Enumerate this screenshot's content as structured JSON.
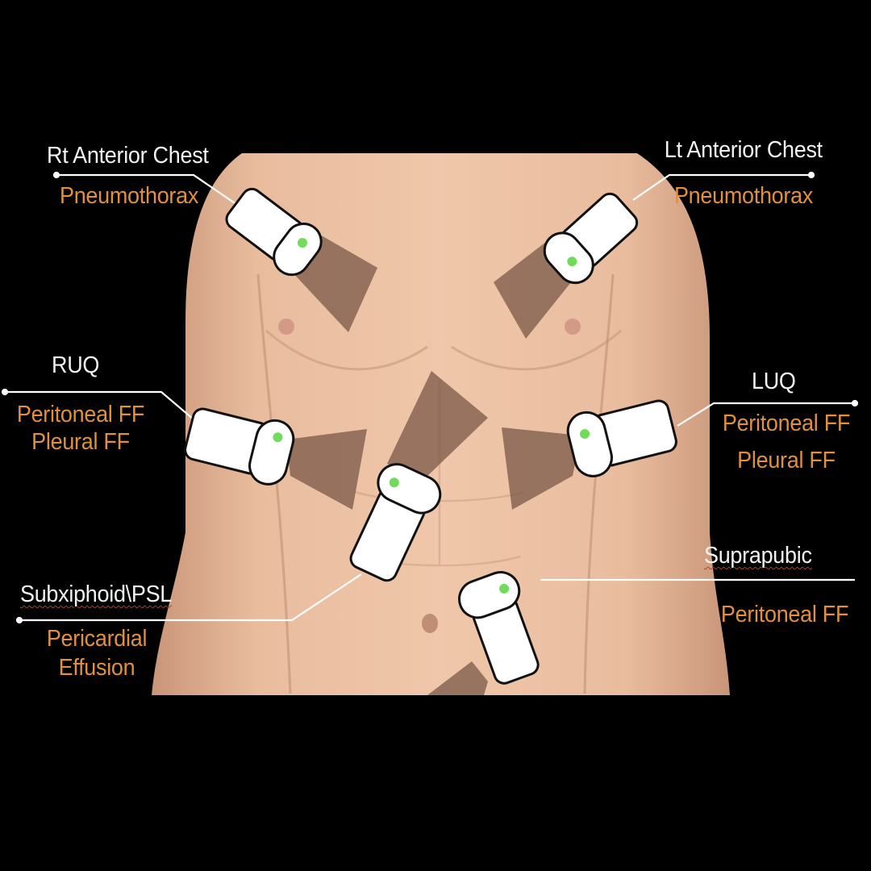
{
  "sites": {
    "rt_anterior_chest": {
      "name": "Rt Anterior Chest",
      "finding": "Pneumothorax"
    },
    "lt_anterior_chest": {
      "name": "Lt Anterior Chest",
      "finding": "Pneumothorax"
    },
    "ruq": {
      "name": "RUQ",
      "findings": [
        "Peritoneal FF",
        "Pleural FF"
      ]
    },
    "luq": {
      "name": "LUQ",
      "findings": [
        "Peritoneal FF",
        "Pleural FF"
      ]
    },
    "subxiphoid": {
      "name": "Subxiphoid\\PSL",
      "findings": [
        "Pericardial",
        "Effusion"
      ]
    },
    "suprapubic": {
      "name": "Suprapubic",
      "finding": "Peritoneal FF"
    }
  },
  "colors": {
    "background": "#000000",
    "skin": "#e8b99a",
    "probe": "#ffffff",
    "probe_indicator": "#6fdc5a",
    "ultrasound_beam": "#7a5848",
    "site_text": "#f2f2f2",
    "finding_text": "#e0903f",
    "leader_line": "#ffffff"
  }
}
